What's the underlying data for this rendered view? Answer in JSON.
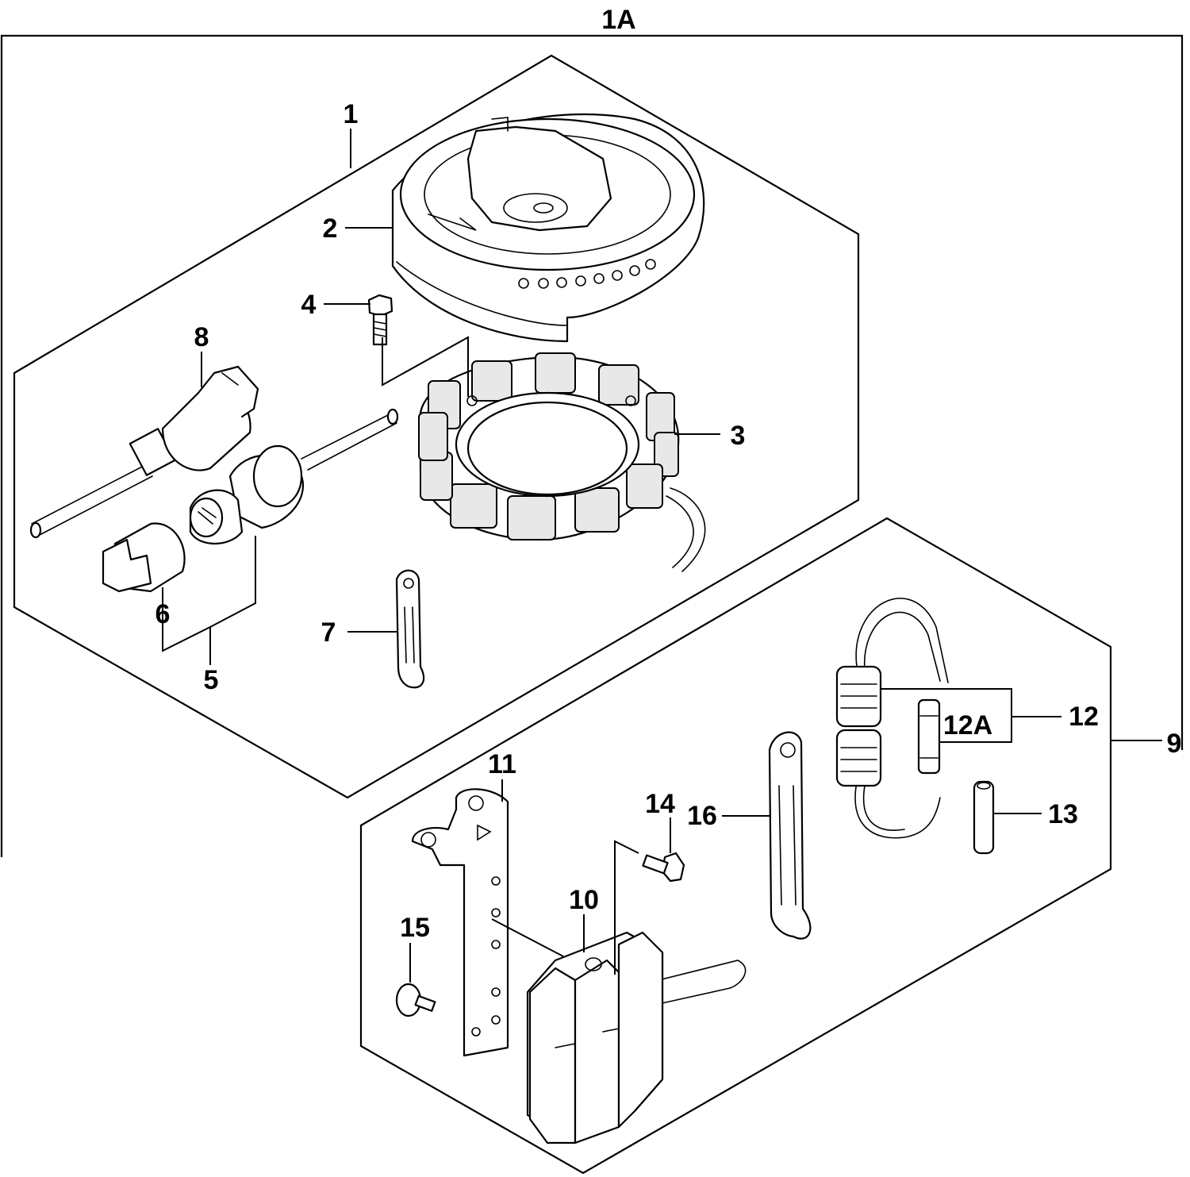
{
  "callouts": {
    "c1A": "1A",
    "c1": "1",
    "c2": "2",
    "c3": "3",
    "c4": "4",
    "c5": "5",
    "c6": "6",
    "c7": "7",
    "c8": "8",
    "c9": "9",
    "c10": "10",
    "c11": "11",
    "c12": "12",
    "c12A": "12A",
    "c13": "13",
    "c14": "14",
    "c15": "15",
    "c16": "16"
  }
}
